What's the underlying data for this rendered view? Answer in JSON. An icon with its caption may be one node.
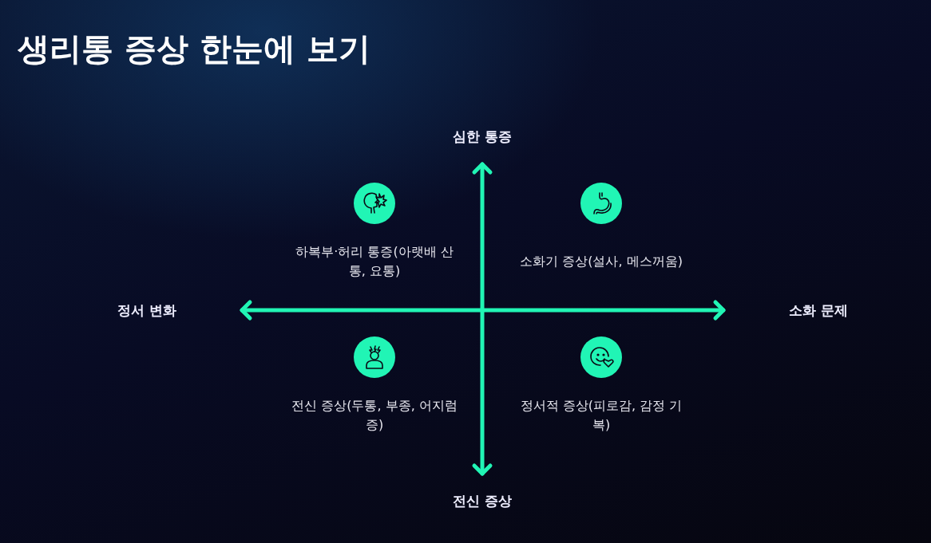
{
  "diagram": {
    "title": "생리통 증상 한눈에 보기",
    "labels": [
      "심한 통증",
      "하복부·허리 통증(아랫배 산통, 요통)",
      "소화기 증상(설사, 메스꺼움)",
      "정서 변화",
      "소화 문제",
      "전신 증상(두통, 부종, 어지럼증)",
      "정서적 증상(피로감, 감정 기복)",
      "전신 증상"
    ]
  }
}
